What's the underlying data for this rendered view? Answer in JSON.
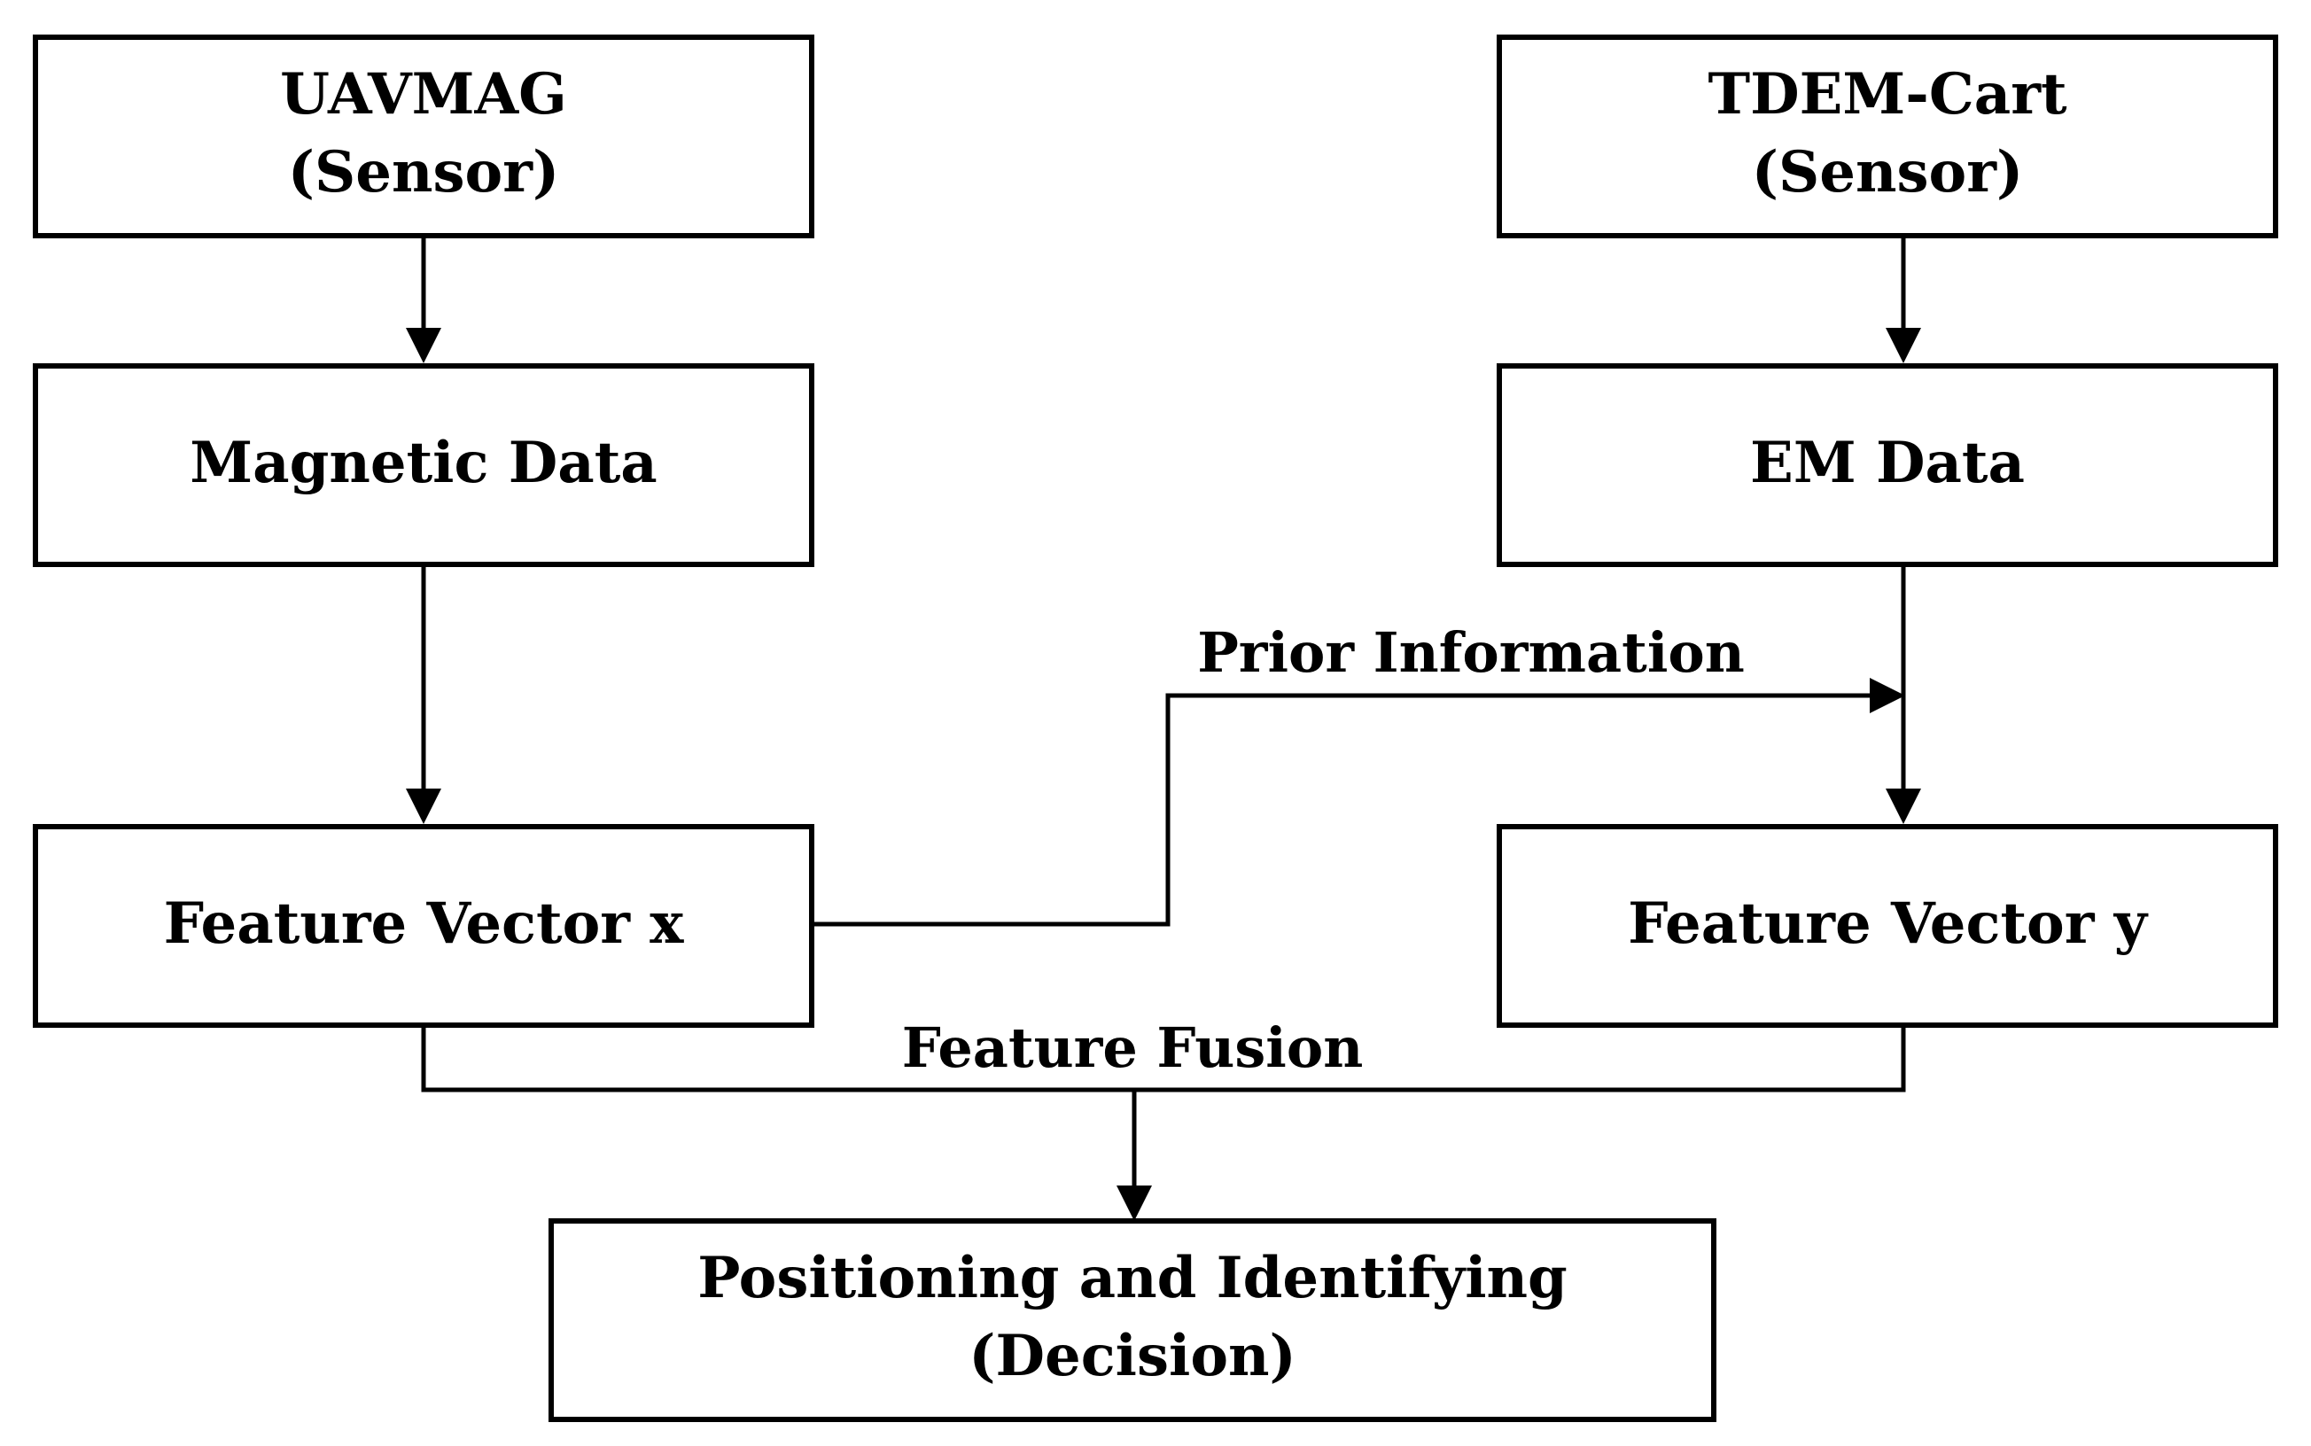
{
  "nodes": {
    "uavmag": {
      "line1": "UAVMAG",
      "line2": "(Sensor)"
    },
    "tdem": {
      "line1": "TDEM-Cart",
      "line2": "(Sensor)"
    },
    "magnetic": {
      "label": "Magnetic Data"
    },
    "em": {
      "label": "EM Data"
    },
    "fvx": {
      "label": "Feature Vector x"
    },
    "fvy": {
      "label": "Feature Vector y"
    },
    "decision": {
      "line1": "Positioning and Identifying",
      "line2": "(Decision)"
    }
  },
  "edges": {
    "prior": "Prior Information",
    "fusion": "Feature Fusion"
  },
  "colors": {
    "stroke": "#000000",
    "background": "#ffffff"
  }
}
